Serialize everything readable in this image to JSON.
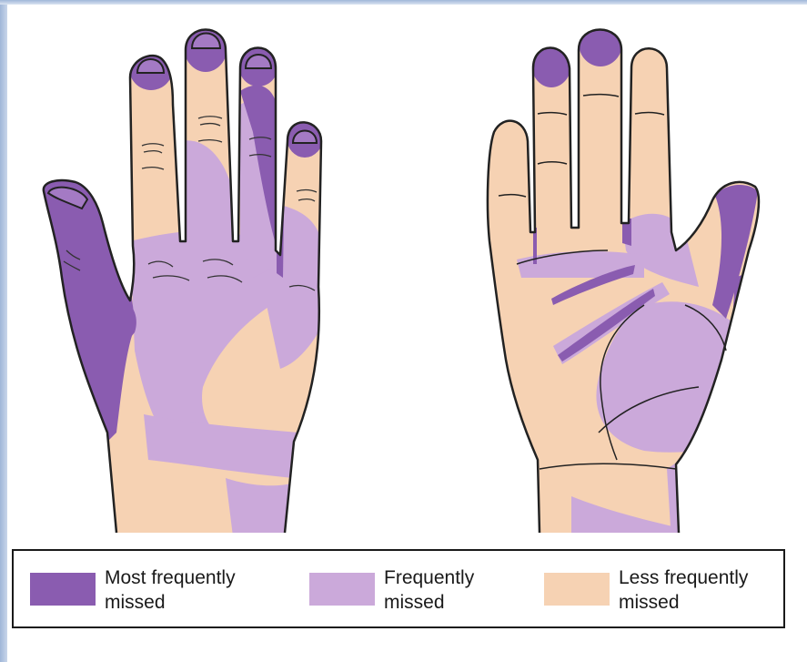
{
  "legend": {
    "items": [
      {
        "line1": "Most frequently",
        "line2": "missed",
        "color": "#8a5cb0"
      },
      {
        "line1": "Frequently",
        "line2": "missed",
        "color": "#cba9da"
      },
      {
        "line1": "Less frequently",
        "line2": "missed",
        "color": "#f6d2b3"
      }
    ]
  },
  "colors": {
    "most_frequently_missed": "#8a5cb0",
    "frequently_missed": "#cba9da",
    "less_frequently_missed": "#f6d2b3",
    "outline": "#222222"
  }
}
